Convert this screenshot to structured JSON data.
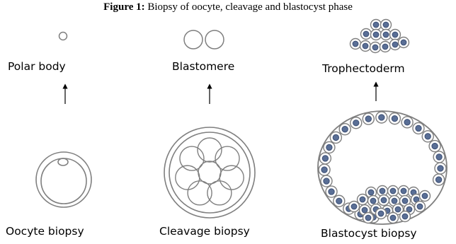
{
  "caption": {
    "prefix": "Figure 1:",
    "text": " Biopsy of oocyte, cleavage and blastocyst phase"
  },
  "labels": {
    "polar_body": "Polar body",
    "blastomere": "Blastomere",
    "trophectoderm": "Trophectoderm",
    "oocyte_biopsy": "Oocyte biopsy",
    "cleavage_biopsy": "Cleavage biopsy",
    "blastocyst_biopsy": "Blastocyst biopsy"
  },
  "colors": {
    "outline": "#7f7f7f",
    "nucleus_fill": "#5a6f96",
    "nucleus_stroke": "#3b4e74",
    "arrow": "#000000"
  }
}
